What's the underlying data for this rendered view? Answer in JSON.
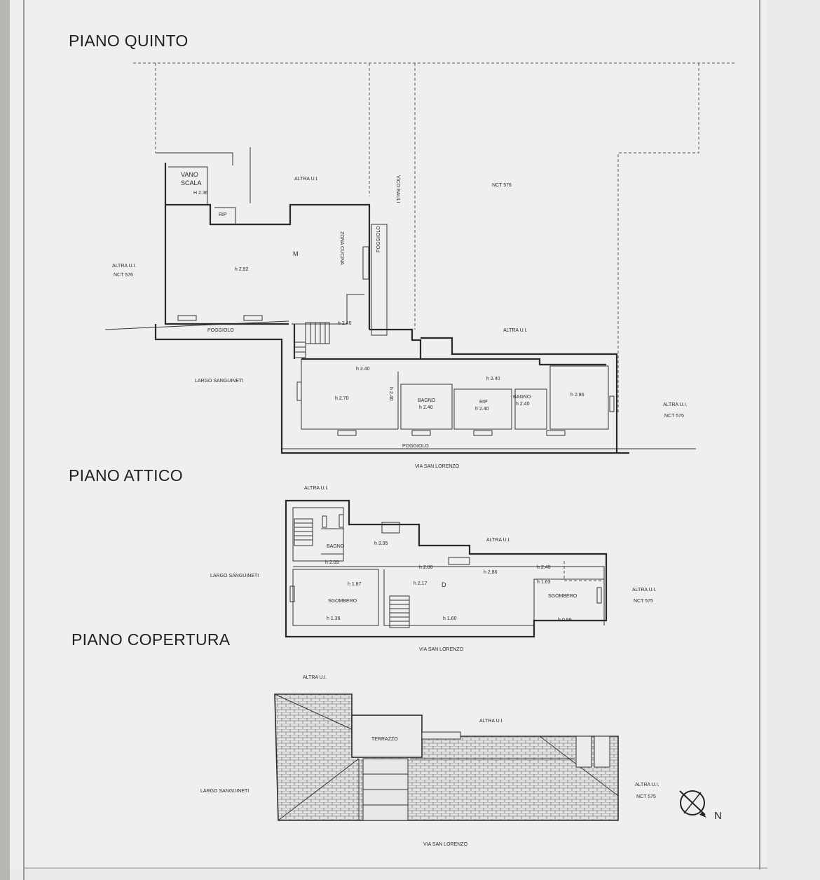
{
  "titles": {
    "quinto": "PIANO QUINTO",
    "attico": "PIANO ATTICO",
    "copertura": "PIANO COPERTURA"
  },
  "quinto": {
    "vano": "VANO",
    "scala": "SCALA",
    "h236": "H 2.36",
    "rip": "RIP",
    "altra_top": "ALTRA U.I.",
    "altra_left_1": "ALTRA U.I.",
    "altra_left_2": "NCT 576",
    "vico": "VICO BAULI",
    "nct_top": "NCT 576",
    "h_main": "h 2.92",
    "zona": "ZONA CUCINA",
    "poggiolo_side": "POGGIOLO",
    "poggiolo_left": "POGGIOLO",
    "h240_a": "h 2.40",
    "largo": "LARGO SANGUINETI",
    "altra_mid": "ALTRA U.I.",
    "h240_b": "h 2.40",
    "h270": "h 2.70",
    "h240_v": "h 2.40",
    "bagno1": "BAGNO",
    "bagno1_h": "h 2.40",
    "h240_c": "h 2.40",
    "rip2": "RIP",
    "rip2_h": "h 2.40",
    "bagno2": "BAGNO",
    "bagno2_h": "h 2.40",
    "h286": "h 2.86",
    "altra_right_1": "ALTRA U.I.",
    "altra_right_2": "NCT 575",
    "poggiolo_bottom": "POGGIOLO",
    "via": "VIA SAN LORENZO"
  },
  "attico": {
    "altra_top": "ALTRA U.I.",
    "bagno": "BAGNO",
    "h209": "h 2.09",
    "h395": "h 3.95",
    "altra_mid": "ALTRA U.I.",
    "h280": "h 2.80",
    "h286": "h 2.86",
    "h240": "h 2.40",
    "largo": "LARGO SANGUINETI",
    "h187": "h 1.87",
    "sgombero1": "SGOMBERO",
    "h217": "h 2.17",
    "h163": "h 1.63",
    "sgombero2": "SGOMBERO",
    "altra_right_1": "ALTRA U.I.",
    "altra_right_2": "NCT 575",
    "h136": "h 1.36",
    "h160": "h 1.60",
    "h099": "h 0.99",
    "via": "VIA SAN LORENZO"
  },
  "copertura": {
    "altra_top": "ALTRA U.I.",
    "terrazzo": "TERRAZZO",
    "altra_mid": "ALTRA U.I.",
    "largo": "LARGO SANGUINETI",
    "altra_right_1": "ALTRA U.I.",
    "altra_right_2": "NCT 575",
    "north": "N",
    "via": "VIA SAN LORENZO"
  }
}
